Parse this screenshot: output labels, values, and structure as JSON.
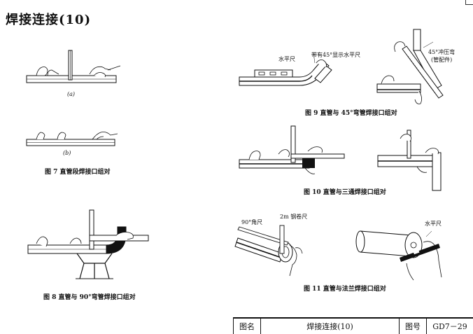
{
  "heading": "焊接连接(10)",
  "fig7": {
    "sub_a": "(a)",
    "sub_b": "(b)",
    "caption": "图 7   直管段焊接口组对"
  },
  "fig8": {
    "caption": "图 8   直管与 90°弯管焊接口组对"
  },
  "fig9": {
    "label_level": "水平尺",
    "label_level45": "带有45°显示水平尺",
    "label_elbow_line1": "45°冲压弯",
    "label_elbow_line2": "(管配件)",
    "caption": "图 9 直管与 45°弯管焊接口组对"
  },
  "fig10": {
    "caption": "图 10   直管与三通焊接口组对"
  },
  "fig11": {
    "label_square": "90°角尺",
    "label_tape": "2m 钢卷尺",
    "label_level": "水平尺",
    "caption": "图 11   直管与法兰焊接口组对"
  },
  "title_block": {
    "name_label": "图名",
    "name_value": "焊接连接(10)",
    "number_label": "图号",
    "number_value": "GD7－29"
  }
}
